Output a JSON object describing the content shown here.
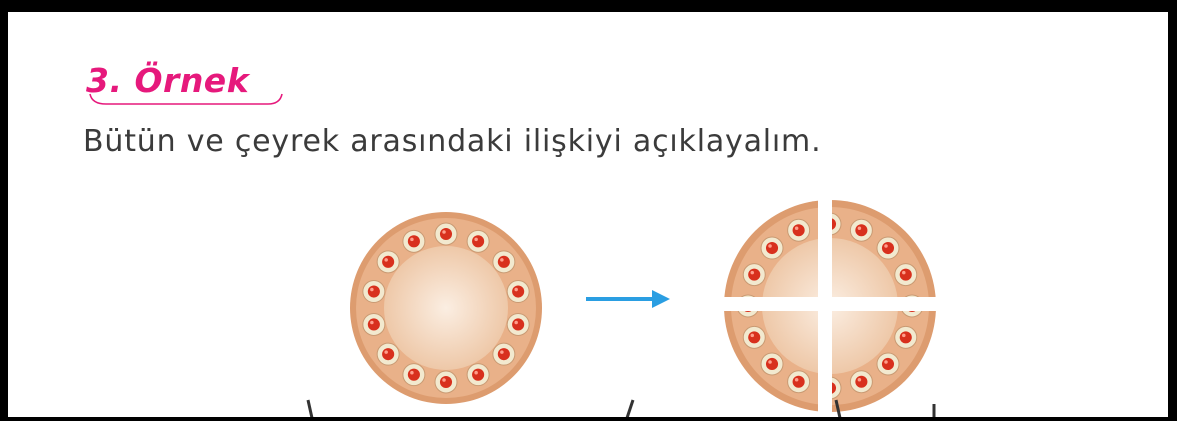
{
  "example": {
    "heading": "3. Örnek",
    "instruction": "Bütün ve çeyrek arasındaki ilişkiyi açıklayalım."
  },
  "colors": {
    "frame": "#000000",
    "heading": "#e6197c",
    "text": "#3b3b3b",
    "arrow": "#2a9ee2",
    "pizza_crust": "#e0a073",
    "pizza_inner": "#f6dcc6",
    "topping_ring": "#f2e9cf",
    "topping": "#d8301d"
  },
  "illustration": {
    "left_label": "whole-pizza",
    "right_label": "pizza-cut-into-quarters",
    "arrow_icon": "right-arrow-icon"
  }
}
